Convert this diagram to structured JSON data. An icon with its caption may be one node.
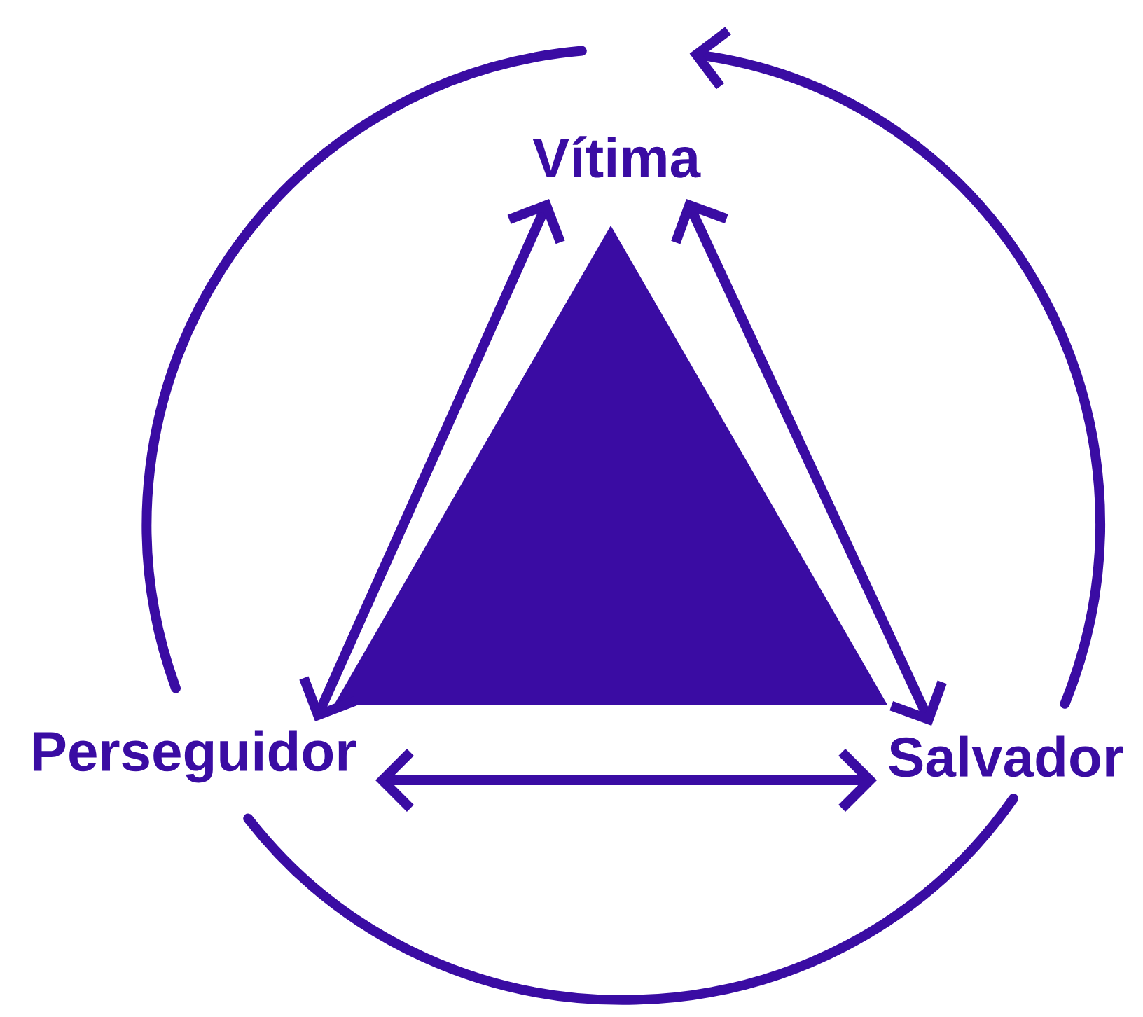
{
  "diagram": {
    "nodes": [
      {
        "text": [
          "Vítima"
        ]
      },
      {
        "text": [],
        "shape": "triangle"
      },
      {
        "text": [
          "Perseguidor"
        ]
      },
      {
        "text": [
          "Salvador"
        ]
      }
    ],
    "edges": [
      {
        "from": 0,
        "to": 2,
        "arrow": "both"
      },
      {
        "from": 0,
        "to": 3,
        "arrow": "both"
      },
      {
        "from": 2,
        "to": 3,
        "arrow": "both"
      },
      {
        "from": 0,
        "to": 2,
        "arrow": "none"
      },
      {
        "from": 2,
        "to": 3,
        "arrow": "none"
      },
      {
        "from": 3,
        "to": 0,
        "arrow": "to"
      }
    ]
  }
}
